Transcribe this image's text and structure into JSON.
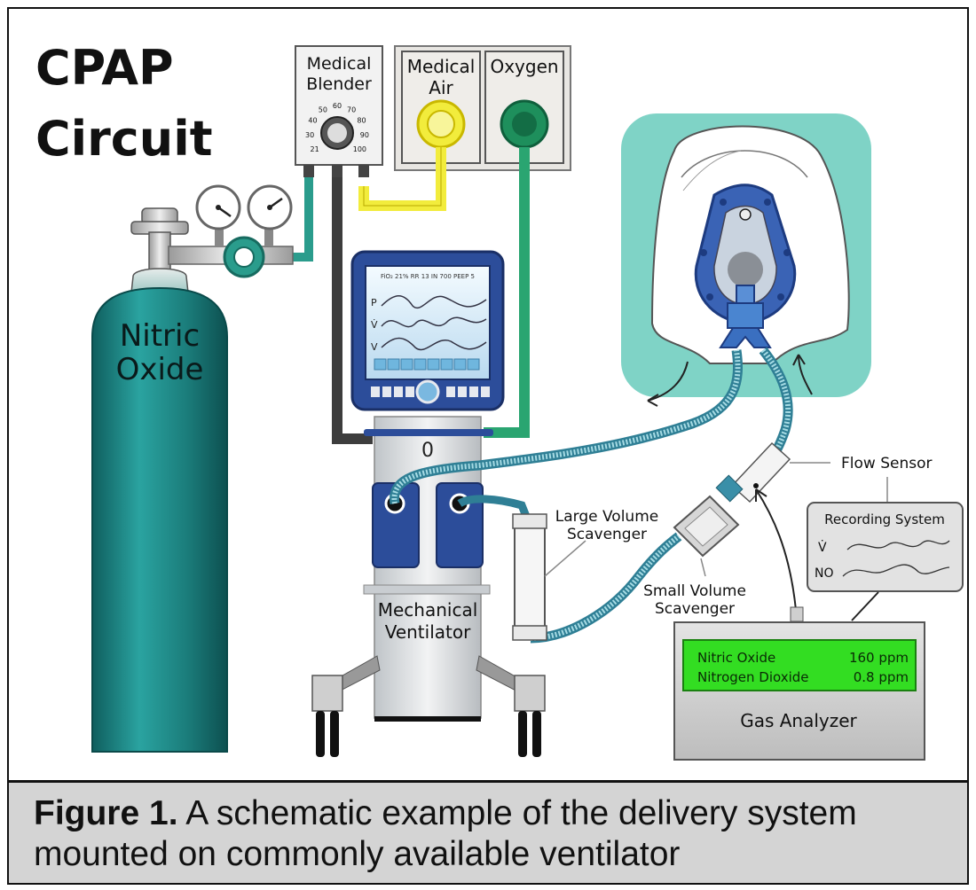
{
  "title_line1": "CPAP",
  "title_line2": "Circuit",
  "blender": {
    "label_line1": "Medical",
    "label_line2": "Blender",
    "dial_marks": [
      "21",
      "30",
      "40",
      "50",
      "60",
      "70",
      "80",
      "90",
      "100"
    ]
  },
  "gas_outlets": {
    "air_line1": "Medical",
    "air_line2": "Air",
    "oxygen": "Oxygen"
  },
  "cylinder": {
    "label_line1": "Nitric",
    "label_line2": "Oxide"
  },
  "ventilator": {
    "label_line1": "Mechanical",
    "label_line2": "Ventilator",
    "screen_header": "FiO₂ 21%  RR 13  IN 700  PEEP 5",
    "trace_labels": [
      "P",
      "V̇",
      "V"
    ],
    "body_digit": "0"
  },
  "labels": {
    "flow_sensor": "Flow Sensor",
    "large_scavenger_line1": "Large Volume",
    "large_scavenger_line2": "Scavenger",
    "small_scavenger_line1": "Small Volume",
    "small_scavenger_line2": "Scavenger"
  },
  "recording_system": {
    "title": "Recording System",
    "trace_labels": [
      "V̇",
      "NO"
    ]
  },
  "gas_analyzer": {
    "label": "Gas Analyzer",
    "rows": [
      {
        "name": "Nitric Oxide",
        "value": "160 ppm"
      },
      {
        "name": "Nitrogen Dioxide",
        "value": "0.8 ppm"
      }
    ]
  },
  "caption": {
    "bold": "Figure 1.",
    "text": " A schematic example of the delivery system mounted on commonly available ventilator"
  },
  "colors": {
    "air": "#f2ec3c",
    "oxygen": "#1e8f5c",
    "cylinder": "#1b7d7b",
    "ventilator_blue": "#2c4d9a",
    "mask_bg": "#7fd3c6",
    "analyzer_lcd": "#33dd22",
    "tubing": "#3aa0b5"
  }
}
